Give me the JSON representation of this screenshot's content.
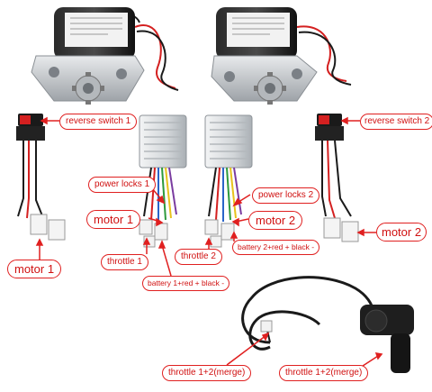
{
  "labels": {
    "reverse_switch_1": "reverse switch 1",
    "reverse_switch_2": "reverse switch 2",
    "power_locks_1": "power locks 1",
    "power_locks_2": "power locks 2",
    "motor_1_center": "motor 1",
    "motor_2_center": "motor 2",
    "motor_1_left": "motor 1",
    "motor_2_right": "motor 2",
    "throttle_1": "throttle 1",
    "throttle_2": "throttle 2",
    "battery_1": "battery 1+red + black -",
    "battery_2": "battery 2+red + black -",
    "throttle_merge_left": "throttle 1+2(merge)",
    "throttle_merge_right": "throttle 1+2(merge)"
  },
  "colors": {
    "callout_red": "#e02020",
    "motor_body": "#1a1a1a",
    "gearbox_silver": "#c8ccd0",
    "controller_silver": "#d9dde0",
    "wire_red": "#d42020",
    "wire_black": "#1a1a1a"
  }
}
